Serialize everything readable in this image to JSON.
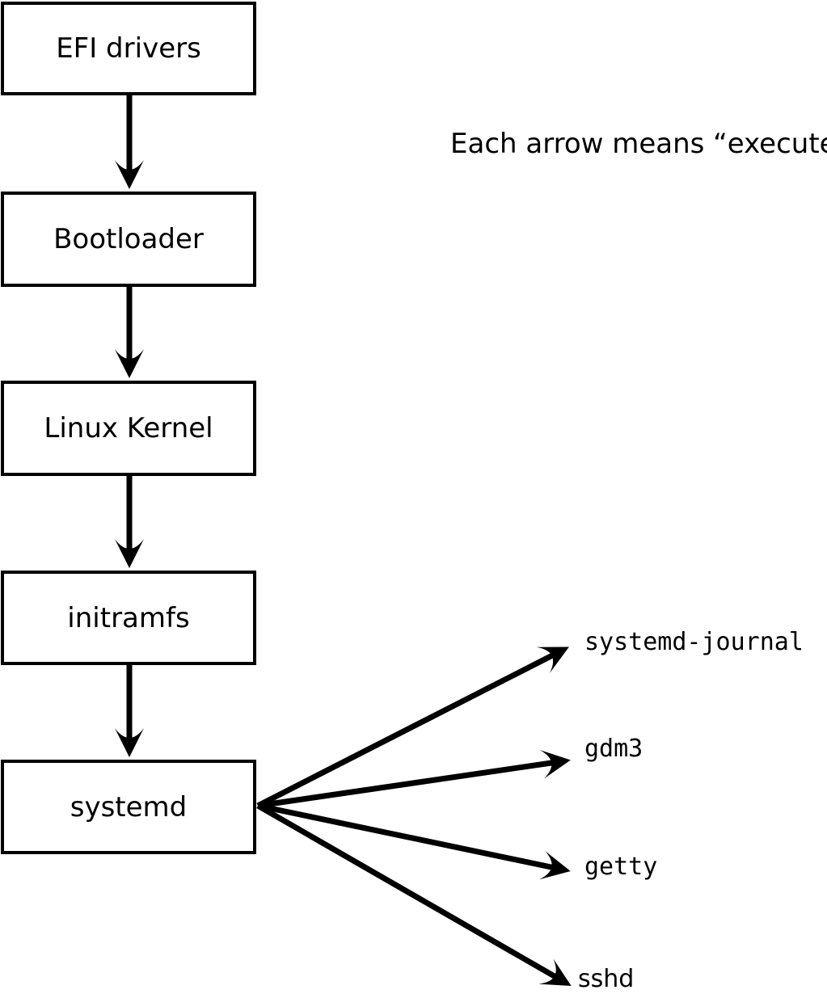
{
  "diagram": {
    "title_note": "Each arrow means “executes”.",
    "arrow_meaning": "executes",
    "colors": {
      "line": "#000000",
      "background": "#ffffff",
      "text": "#000000"
    },
    "chain": [
      {
        "id": "efi-drivers",
        "label": "EFI drivers"
      },
      {
        "id": "bootloader",
        "label": "Bootloader"
      },
      {
        "id": "linux-kernel",
        "label": "Linux Kernel"
      },
      {
        "id": "initramfs",
        "label": "initramfs"
      },
      {
        "id": "systemd",
        "label": "systemd"
      }
    ],
    "chain_edges": [
      {
        "from": "efi-drivers",
        "to": "bootloader"
      },
      {
        "from": "bootloader",
        "to": "linux-kernel"
      },
      {
        "from": "linux-kernel",
        "to": "initramfs"
      },
      {
        "from": "initramfs",
        "to": "systemd"
      }
    ],
    "spawned": [
      {
        "id": "systemd-journal",
        "label": "systemd-journal"
      },
      {
        "id": "gdm3",
        "label": "gdm3"
      },
      {
        "id": "getty",
        "label": "getty"
      },
      {
        "id": "sshd",
        "label": "sshd"
      }
    ],
    "spawned_edges_from": "systemd"
  }
}
